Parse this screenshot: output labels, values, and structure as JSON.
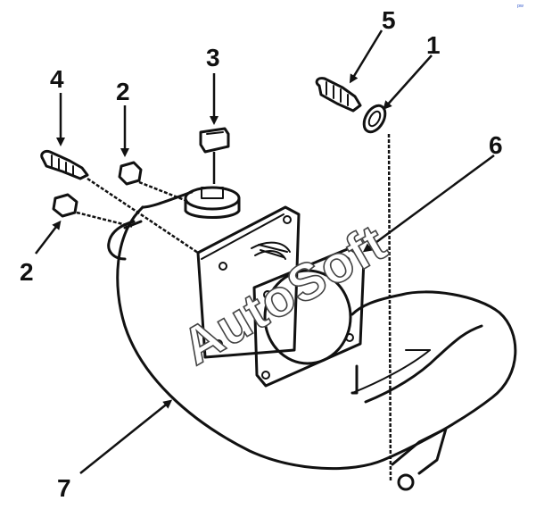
{
  "diagram": {
    "watermark": "AutoSoft",
    "corner_mark": "ᵖʷ",
    "callouts": [
      {
        "id": "callout-1",
        "label": "1"
      },
      {
        "id": "callout-2-top",
        "label": "2"
      },
      {
        "id": "callout-2-left",
        "label": "2"
      },
      {
        "id": "callout-3",
        "label": "3"
      },
      {
        "id": "callout-4",
        "label": "4"
      },
      {
        "id": "callout-5",
        "label": "5"
      },
      {
        "id": "callout-6",
        "label": "6"
      },
      {
        "id": "callout-7",
        "label": "7"
      }
    ]
  }
}
